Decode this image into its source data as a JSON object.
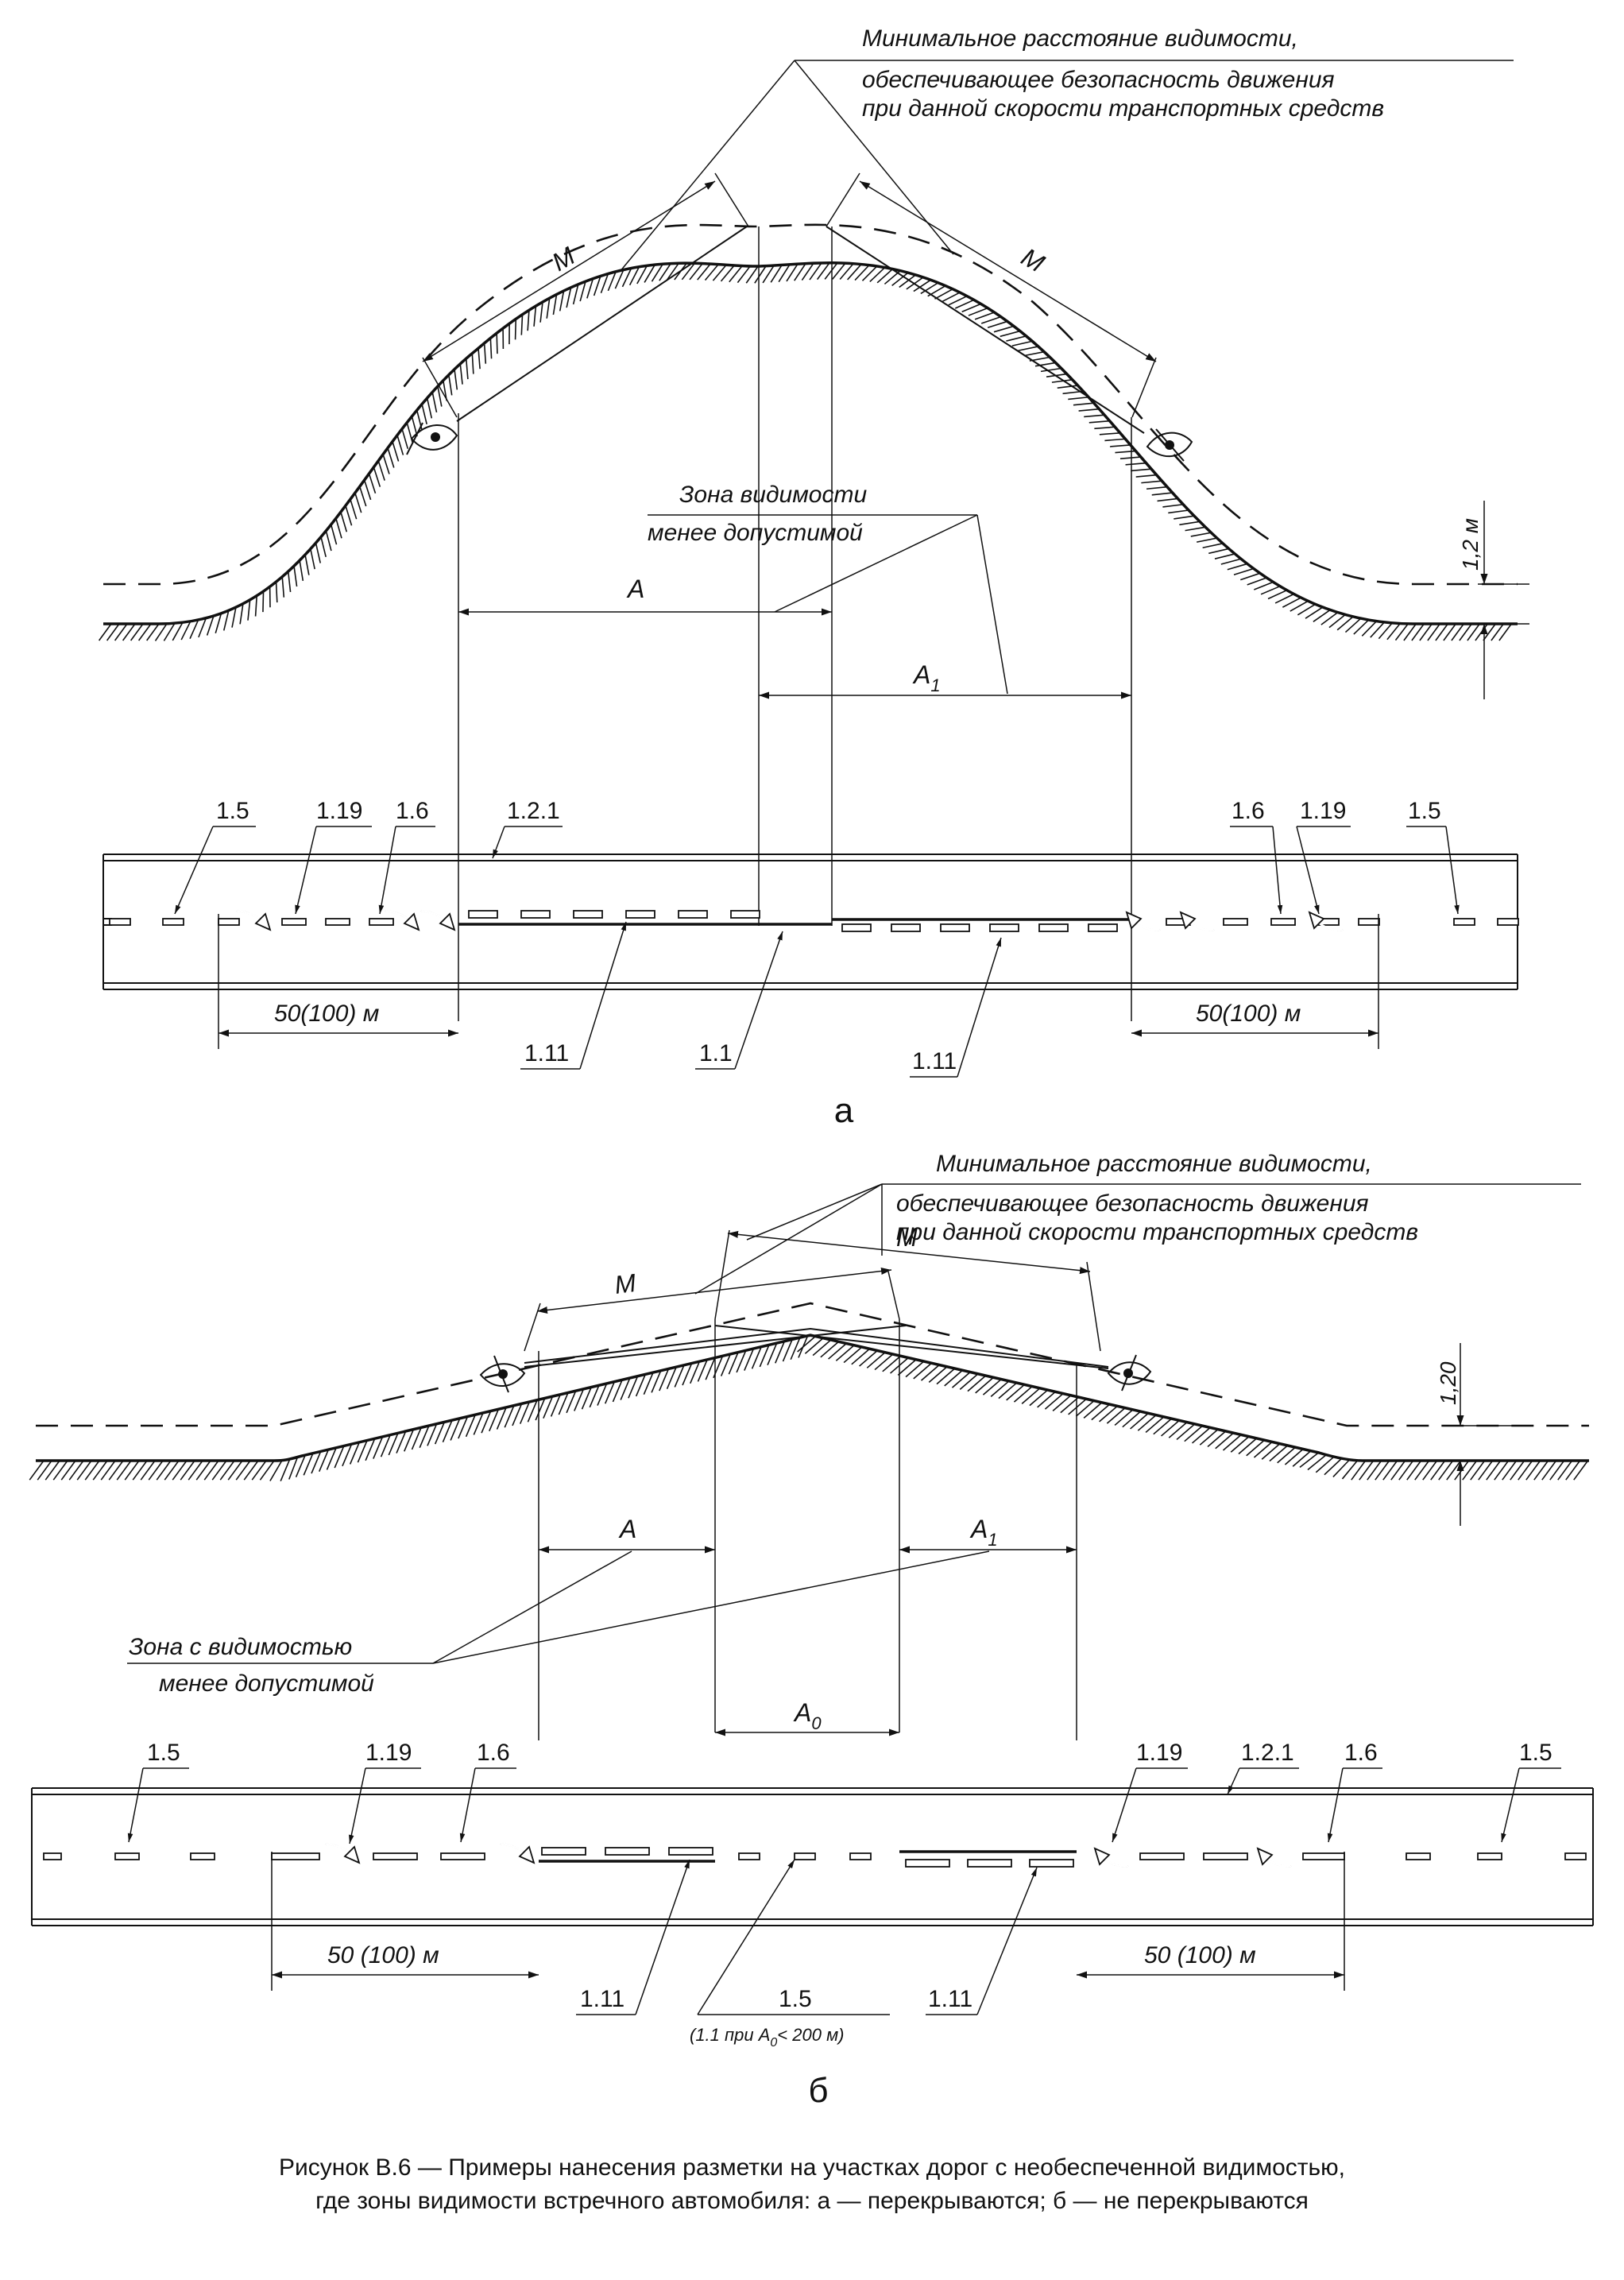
{
  "part_a": {
    "note": [
      "Минимальное расстояние видимости,",
      "обеспечивающее безопасность движения",
      "при данной скорости транспортных средств"
    ],
    "m_label": "M",
    "zone": [
      "Зона видимости",
      "менее допустимой"
    ],
    "a_label": "A",
    "a1_label": "A",
    "a1_sub": "1",
    "height": "1,2 м",
    "marks": {
      "l_15": "1.5",
      "l_119": "1.19",
      "l_16": "1.6",
      "l_121": "1.2.1",
      "r_16": "1.6",
      "r_119": "1.19",
      "r_15": "1.5",
      "b_111_left": "1.11",
      "b_11": "1.1",
      "b_111_right": "1.11"
    },
    "dist_left": "50(100) м",
    "dist_right": "50(100) м",
    "letter": "а"
  },
  "part_b": {
    "note": [
      "Минимальное расстояние видимости,",
      "обеспечивающее безопасность движения",
      "при данной скорости транспортных средств"
    ],
    "m_label": "M",
    "zone": [
      "Зона с видимостью",
      "менее допустимой"
    ],
    "a_label": "A",
    "a1_label": "A",
    "a1_sub": "1",
    "a0_label": "A",
    "a0_sub": "0",
    "height": "1,20",
    "marks": {
      "l_15": "1.5",
      "l_119": "1.19",
      "l_16": "1.6",
      "r_119": "1.19",
      "r_121": "1.2.1",
      "r_16": "1.6",
      "r_15": "1.5",
      "b_111_left": "1.11",
      "b_15": "1.5",
      "b_111_right": "1.11"
    },
    "cond_pre": "(1.1 при A",
    "cond_sub": "0",
    "cond_post": "< 200 м)",
    "dist_left": "50 (100) м",
    "dist_right": "50 (100) м",
    "letter": "б"
  },
  "caption": [
    "Рисунок В.6 — Примеры нанесения разметки на участках  дорог с необеспеченной  видимостью,",
    "где зоны видимости встречного автомобиля: а — перекрываются; б — не перекрываются"
  ]
}
